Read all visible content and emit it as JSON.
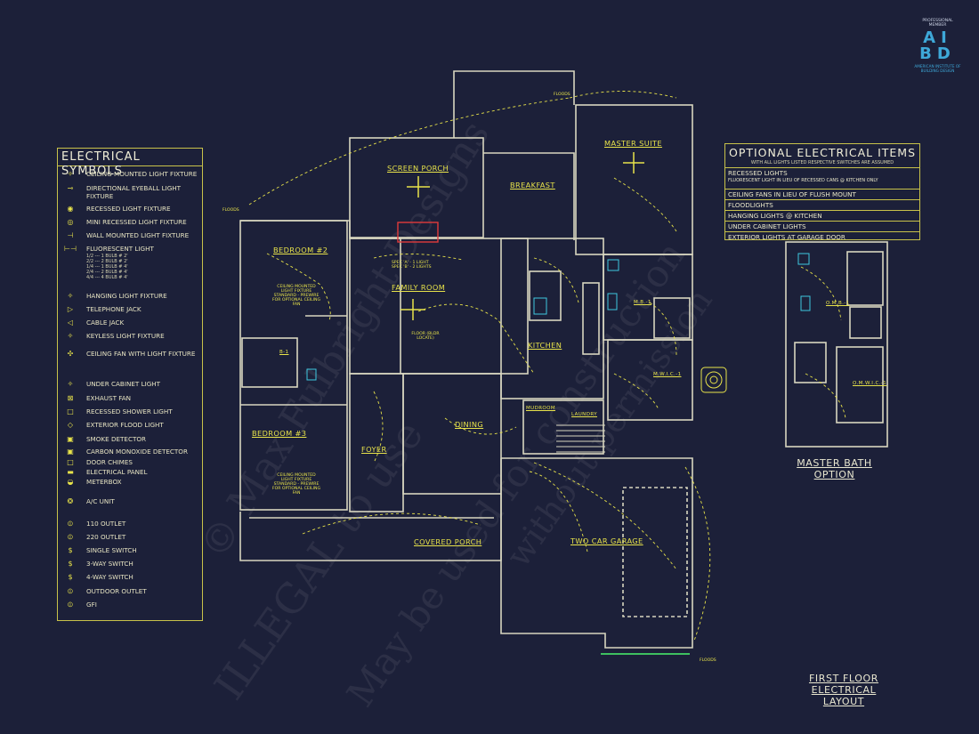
{
  "legend": {
    "title": "ELECTRICAL SYMBOLS",
    "items": [
      {
        "sym": "✧",
        "label": "CEILING MOUNTED LIGHT FIXTURE"
      },
      {
        "sym": "⊸",
        "label": "DIRECTIONAL EYEBALL LIGHT FIXTURE"
      },
      {
        "sym": "◉",
        "label": "RECESSED LIGHT FIXTURE"
      },
      {
        "sym": "◎",
        "label": "MINI RECESSED LIGHT FIXTURE"
      },
      {
        "sym": "⊣",
        "label": "WALL MOUNTED LIGHT FIXTURE"
      },
      {
        "sym": "⊢⊣",
        "label": "FLUORESCENT LIGHT"
      },
      {
        "sym": "✧",
        "label": "HANGING LIGHT FIXTURE"
      },
      {
        "sym": "▷",
        "label": "TELEPHONE JACK"
      },
      {
        "sym": "◁",
        "label": "CABLE JACK"
      },
      {
        "sym": "✧",
        "label": "KEYLESS LIGHT FIXTURE"
      },
      {
        "sym": "✣",
        "label": "CEILING FAN WITH LIGHT FIXTURE"
      },
      {
        "sym": "✧",
        "label": "UNDER CABINET LIGHT"
      },
      {
        "sym": "⊠",
        "label": "EXHAUST FAN"
      },
      {
        "sym": "□",
        "label": "RECESSED SHOWER LIGHT"
      },
      {
        "sym": "◇",
        "label": "EXTERIOR FLOOD LIGHT"
      },
      {
        "sym": "▣",
        "label": "SMOKE DETECTOR"
      },
      {
        "sym": "▣",
        "label": "CARBON MONOXIDE DETECTOR"
      },
      {
        "sym": "□",
        "label": "DOOR CHIMES"
      },
      {
        "sym": "▬",
        "label": "ELECTRICAL PANEL"
      },
      {
        "sym": "◒",
        "label": "METERBOX"
      },
      {
        "sym": "❂",
        "label": "A/C UNIT"
      },
      {
        "sym": "⦶",
        "label": "110 OUTLET"
      },
      {
        "sym": "⦶",
        "label": "220 OUTLET"
      },
      {
        "sym": "$",
        "label": "SINGLE SWITCH"
      },
      {
        "sym": "$",
        "label": "3-WAY SWITCH"
      },
      {
        "sym": "$",
        "label": "4-WAY SWITCH"
      },
      {
        "sym": "⦶",
        "label": "OUTDOOR OUTLET"
      },
      {
        "sym": "⦶",
        "label": "GFI"
      }
    ],
    "fluor_sub": [
      "1/2 --- 1 BULB # 2'",
      "2/2 --- 2 BULB # 2'",
      "1/4 --- 1 BULB # 4'",
      "2/4 --- 2 BULB # 4'",
      "4/4 --- 4 BULB # 4'"
    ]
  },
  "optional": {
    "title": "OPTIONAL ELECTRICAL ITEMS",
    "subtitle": "WITH ALL LIGHTS LISTED RESPECTIVE SWITCHES ARE ASSUMED",
    "rows": [
      {
        "label": "RECESSED LIGHTS",
        "sub": "FLUORESCENT LIGHT IN LIEU OF RECESSED CANS @ KITCHEN ONLY"
      },
      {
        "label": "CEILING FANS IN LIEU OF FLUSH MOUNT",
        "sub": ""
      },
      {
        "label": "FLOODLIGHTS",
        "sub": ""
      },
      {
        "label": "HANGING LIGHTS @ KITCHEN",
        "sub": ""
      },
      {
        "label": "UNDER CABINET LIGHTS",
        "sub": ""
      },
      {
        "label": "EXTERIOR LIGHTS AT GARAGE DOOR",
        "sub": ""
      }
    ]
  },
  "rooms": {
    "screen_porch": "SCREEN PORCH",
    "breakfast": "BREAKFAST",
    "master_suite": "MASTER SUITE",
    "bedroom2": "BEDROOM #2",
    "family_room": "FAMILY ROOM",
    "kitchen": "KITCHEN",
    "bedroom3": "BEDROOM #3",
    "foyer": "FOYER",
    "dining": "DINING",
    "covered_porch": "COVERED PORCH",
    "two_car_garage": "TWO CAR GARAGE",
    "mudroom": "MUDROOM",
    "laundry": "LAUNDRY",
    "mbath": "M.B.-1",
    "mwic": "M.W.I.C.-1",
    "b1": "B-1",
    "ombath": "O.M.B.-1",
    "omwic": "O.M.W.I.C.-1"
  },
  "notes": {
    "bed2_fan": "CEILING MOUNTED LIGHT FIXTURE STANDARD - PREWIRE FOR OPTIONAL CEILING FAN",
    "bed3_fan": "CEILING MOUNTED LIGHT FIXTURE STANDARD - PREWIRE FOR OPTIONAL CEILING FAN",
    "floods_top": "FLOODS",
    "floods_left": "FLOODS",
    "floods_bottom": "FLOODS",
    "floor_outlet": "FLOOR (BLDR LOCATE)",
    "specs": "SPEC 'A' - 1 LIGHT\nSPEC 'B' - 2 LIGHTS"
  },
  "captions": {
    "master_bath_option": "MASTER BATH OPTION",
    "first_floor": "FIRST FLOOR ELECTRICAL LAYOUT"
  },
  "logo": {
    "top": "PROFESSIONAL MEMBER",
    "letters_top": "AI",
    "letters_bottom": "BD",
    "bottom": "AMERICAN INSTITUTE OF BUILDING DESIGN"
  },
  "watermarks": [
    "© Max Fulbright Designs",
    "ILLEGAL to use",
    "May be used for construction",
    "without permission"
  ],
  "colors": {
    "background": "#1c2039",
    "lines": "#d8d6c0",
    "accent": "#e8e34a",
    "logo": "#3ea8d8"
  }
}
